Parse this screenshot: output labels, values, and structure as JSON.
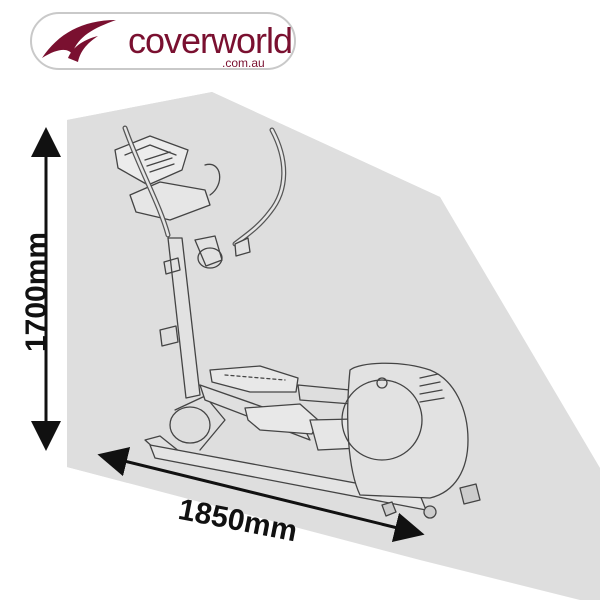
{
  "logo": {
    "brand": "coverworld",
    "domain": ".com.au",
    "brand_color": "#7a1030",
    "swoosh_color": "#7a1030"
  },
  "product": {
    "cover_color": "#dedede",
    "outline_color": "#444444",
    "illustration": "elliptical-cross-trainer"
  },
  "dimensions": {
    "height": "1700mm",
    "width": "1850mm"
  }
}
